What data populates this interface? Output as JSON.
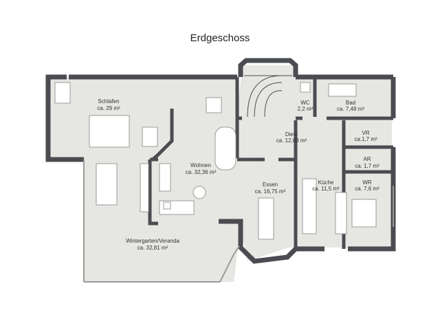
{
  "title": "Erdgeschoss",
  "colors": {
    "floor": "#e6e7e2",
    "wall": "#4b4c51",
    "furniture": "#ffffff",
    "furniture_line": "#9a9b98",
    "text": "#333333"
  },
  "rooms": [
    {
      "name": "Schlafen",
      "area": "ca. 29 m²"
    },
    {
      "name": "WC",
      "area": "2,2 m²"
    },
    {
      "name": "Bad",
      "area": "ca. 7,48 m²"
    },
    {
      "name": "Diele",
      "area": "ca. 12,83 m²"
    },
    {
      "name": "VR",
      "area": "ca.1,7 m²"
    },
    {
      "name": "AR",
      "area": "ca. 1,7 m²"
    },
    {
      "name": "Wohnen",
      "area": "ca. 32,36 m²"
    },
    {
      "name": "Essen",
      "area": "ca. 16,75 m²"
    },
    {
      "name": "Küche",
      "area": "ca. 11,5 m²"
    },
    {
      "name": "WR",
      "area": "ca. 7,6 m²"
    },
    {
      "name": "Wintergarten/Veranda",
      "area": "ca. 32,81 m²"
    }
  ]
}
